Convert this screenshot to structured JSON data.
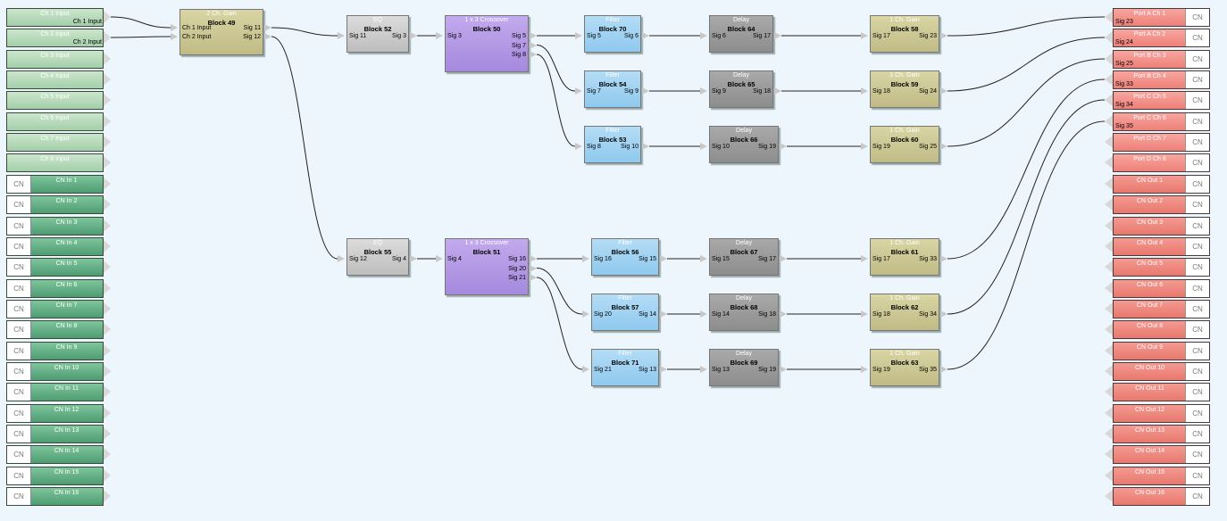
{
  "inputs": [
    {
      "label": "Ch 1 Input",
      "cn": ""
    },
    {
      "label": "Ch 2 Input",
      "cn": ""
    },
    {
      "label": "Ch 3 Input",
      "cn": ""
    },
    {
      "label": "Ch 4 Input",
      "cn": ""
    },
    {
      "label": "Ch 5 Input",
      "cn": ""
    },
    {
      "label": "Ch 6 Input",
      "cn": ""
    },
    {
      "label": "Ch 7 Input",
      "cn": ""
    },
    {
      "label": "Ch 8 Input",
      "cn": ""
    },
    {
      "label": "CN In 1",
      "cn": "CN"
    },
    {
      "label": "CN In 2",
      "cn": "CN"
    },
    {
      "label": "CN In 3",
      "cn": "CN"
    },
    {
      "label": "CN In 4",
      "cn": "CN"
    },
    {
      "label": "CN In 5",
      "cn": "CN"
    },
    {
      "label": "CN In 6",
      "cn": "CN"
    },
    {
      "label": "CN In 7",
      "cn": "CN"
    },
    {
      "label": "CN In 8",
      "cn": "CN"
    },
    {
      "label": "CN In 9",
      "cn": "CN"
    },
    {
      "label": "CN In 10",
      "cn": "CN"
    },
    {
      "label": "CN In 11",
      "cn": "CN"
    },
    {
      "label": "CN In 12",
      "cn": "CN"
    },
    {
      "label": "CN In 13",
      "cn": "CN"
    },
    {
      "label": "CN In 14",
      "cn": "CN"
    },
    {
      "label": "CN In 15",
      "cn": "CN"
    },
    {
      "label": "CN In 16",
      "cn": "CN"
    }
  ],
  "input_port_labels": [
    "Ch 1 Input",
    "Ch 2 Input"
  ],
  "outputs": [
    {
      "label": "Port A Ch 1",
      "sig": "Sig 23",
      "cn": "CN"
    },
    {
      "label": "Port A Ch 2",
      "sig": "Sig 24",
      "cn": "CN"
    },
    {
      "label": "Port B Ch 3",
      "sig": "Sig 25",
      "cn": "CN"
    },
    {
      "label": "Port B Ch 4",
      "sig": "Sig 33",
      "cn": "CN"
    },
    {
      "label": "Port C Ch 5",
      "sig": "Sig 34",
      "cn": "CN"
    },
    {
      "label": "Port C Ch 6",
      "sig": "Sig 35",
      "cn": "CN"
    },
    {
      "label": "Port D Ch 7",
      "sig": "",
      "cn": "CN"
    },
    {
      "label": "Port D Ch 8",
      "sig": "",
      "cn": "CN"
    },
    {
      "label": "CN Out 1",
      "sig": "",
      "cn": "CN"
    },
    {
      "label": "CN Out 2",
      "sig": "",
      "cn": "CN"
    },
    {
      "label": "CN Out 3",
      "sig": "",
      "cn": "CN"
    },
    {
      "label": "CN Out 4",
      "sig": "",
      "cn": "CN"
    },
    {
      "label": "CN Out 5",
      "sig": "",
      "cn": "CN"
    },
    {
      "label": "CN Out 6",
      "sig": "",
      "cn": "CN"
    },
    {
      "label": "CN Out 7",
      "sig": "",
      "cn": "CN"
    },
    {
      "label": "CN Out 8",
      "sig": "",
      "cn": "CN"
    },
    {
      "label": "CN Out 9",
      "sig": "",
      "cn": "CN"
    },
    {
      "label": "CN Out 10",
      "sig": "",
      "cn": "CN"
    },
    {
      "label": "CN Out 11",
      "sig": "",
      "cn": "CN"
    },
    {
      "label": "CN Out 12",
      "sig": "",
      "cn": "CN"
    },
    {
      "label": "CN Out 13",
      "sig": "",
      "cn": "CN"
    },
    {
      "label": "CN Out 14",
      "sig": "",
      "cn": "CN"
    },
    {
      "label": "CN Out 15",
      "sig": "",
      "cn": "CN"
    },
    {
      "label": "CN Out 16",
      "sig": "",
      "cn": "CN"
    }
  ],
  "blocks": {
    "gain49": {
      "type": "2 Ch. Gain",
      "name": "Block 49",
      "in": [
        "Ch 1 Input",
        "Ch 2 Input"
      ],
      "out": [
        "Sig 11",
        "Sig 12"
      ]
    },
    "eq52": {
      "type": "EQ",
      "name": "Block 52",
      "in": [
        "Sig 11"
      ],
      "out": [
        "Sig 3"
      ]
    },
    "eq55": {
      "type": "EQ",
      "name": "Block 55",
      "in": [
        "Sig 12"
      ],
      "out": [
        "Sig 4"
      ]
    },
    "xo50": {
      "type": "1 x 3 Crossover",
      "name": "Block 50",
      "in": [
        "Sig 3"
      ],
      "out": [
        "Sig 5",
        "Sig 7",
        "Sig 8"
      ]
    },
    "xo51": {
      "type": "1 x 3 Crossover",
      "name": "Block 51",
      "in": [
        "Sig 4"
      ],
      "out": [
        "Sig 16",
        "Sig 20",
        "Sig 21"
      ]
    },
    "f70": {
      "type": "Filter",
      "name": "Block 70",
      "in": [
        "Sig 5"
      ],
      "out": [
        "Sig 6"
      ]
    },
    "f54": {
      "type": "Filter",
      "name": "Block 54",
      "in": [
        "Sig 7"
      ],
      "out": [
        "Sig 9"
      ]
    },
    "f53": {
      "type": "Filter",
      "name": "Block 53",
      "in": [
        "Sig 8"
      ],
      "out": [
        "Sig 10"
      ]
    },
    "f56": {
      "type": "Filter",
      "name": "Block 56",
      "in": [
        "Sig 16"
      ],
      "out": [
        "Sig 15"
      ]
    },
    "f57": {
      "type": "Filter",
      "name": "Block 57",
      "in": [
        "Sig 20"
      ],
      "out": [
        "Sig 14"
      ]
    },
    "f71": {
      "type": "Filter",
      "name": "Block 71",
      "in": [
        "Sig 21"
      ],
      "out": [
        "Sig 13"
      ]
    },
    "d64": {
      "type": "Delay",
      "name": "Block 64",
      "in": [
        "Sig 6"
      ],
      "out": [
        "Sig 17"
      ]
    },
    "d65": {
      "type": "Delay",
      "name": "Block 65",
      "in": [
        "Sig 9"
      ],
      "out": [
        "Sig 18"
      ]
    },
    "d66": {
      "type": "Delay",
      "name": "Block 66",
      "in": [
        "Sig 10"
      ],
      "out": [
        "Sig 19"
      ]
    },
    "d67": {
      "type": "Delay",
      "name": "Block 67",
      "in": [
        "Sig 15"
      ],
      "out": [
        "Sig 17"
      ]
    },
    "d68": {
      "type": "Delay",
      "name": "Block 68",
      "in": [
        "Sig 14"
      ],
      "out": [
        "Sig 18"
      ]
    },
    "d69": {
      "type": "Delay",
      "name": "Block 69",
      "in": [
        "Sig 13"
      ],
      "out": [
        "Sig 19"
      ]
    },
    "g58": {
      "type": "1 Ch. Gain",
      "name": "Block 58",
      "in": [
        "Sig 17"
      ],
      "out": [
        "Sig 23"
      ]
    },
    "g59": {
      "type": "1 Ch. Gain",
      "name": "Block 59",
      "in": [
        "Sig 18"
      ],
      "out": [
        "Sig 24"
      ]
    },
    "g60": {
      "type": "1 Ch. Gain",
      "name": "Block 60",
      "in": [
        "Sig 19"
      ],
      "out": [
        "Sig 25"
      ]
    },
    "g61": {
      "type": "1 Ch. Gain",
      "name": "Block 61",
      "in": [
        "Sig 17"
      ],
      "out": [
        "Sig 33"
      ]
    },
    "g62": {
      "type": "1 Ch. Gain",
      "name": "Block 62",
      "in": [
        "Sig 18"
      ],
      "out": [
        "Sig 34"
      ]
    },
    "g63": {
      "type": "1 Ch. Gain",
      "name": "Block 63",
      "in": [
        "Sig 19"
      ],
      "out": [
        "Sig 35"
      ]
    }
  }
}
